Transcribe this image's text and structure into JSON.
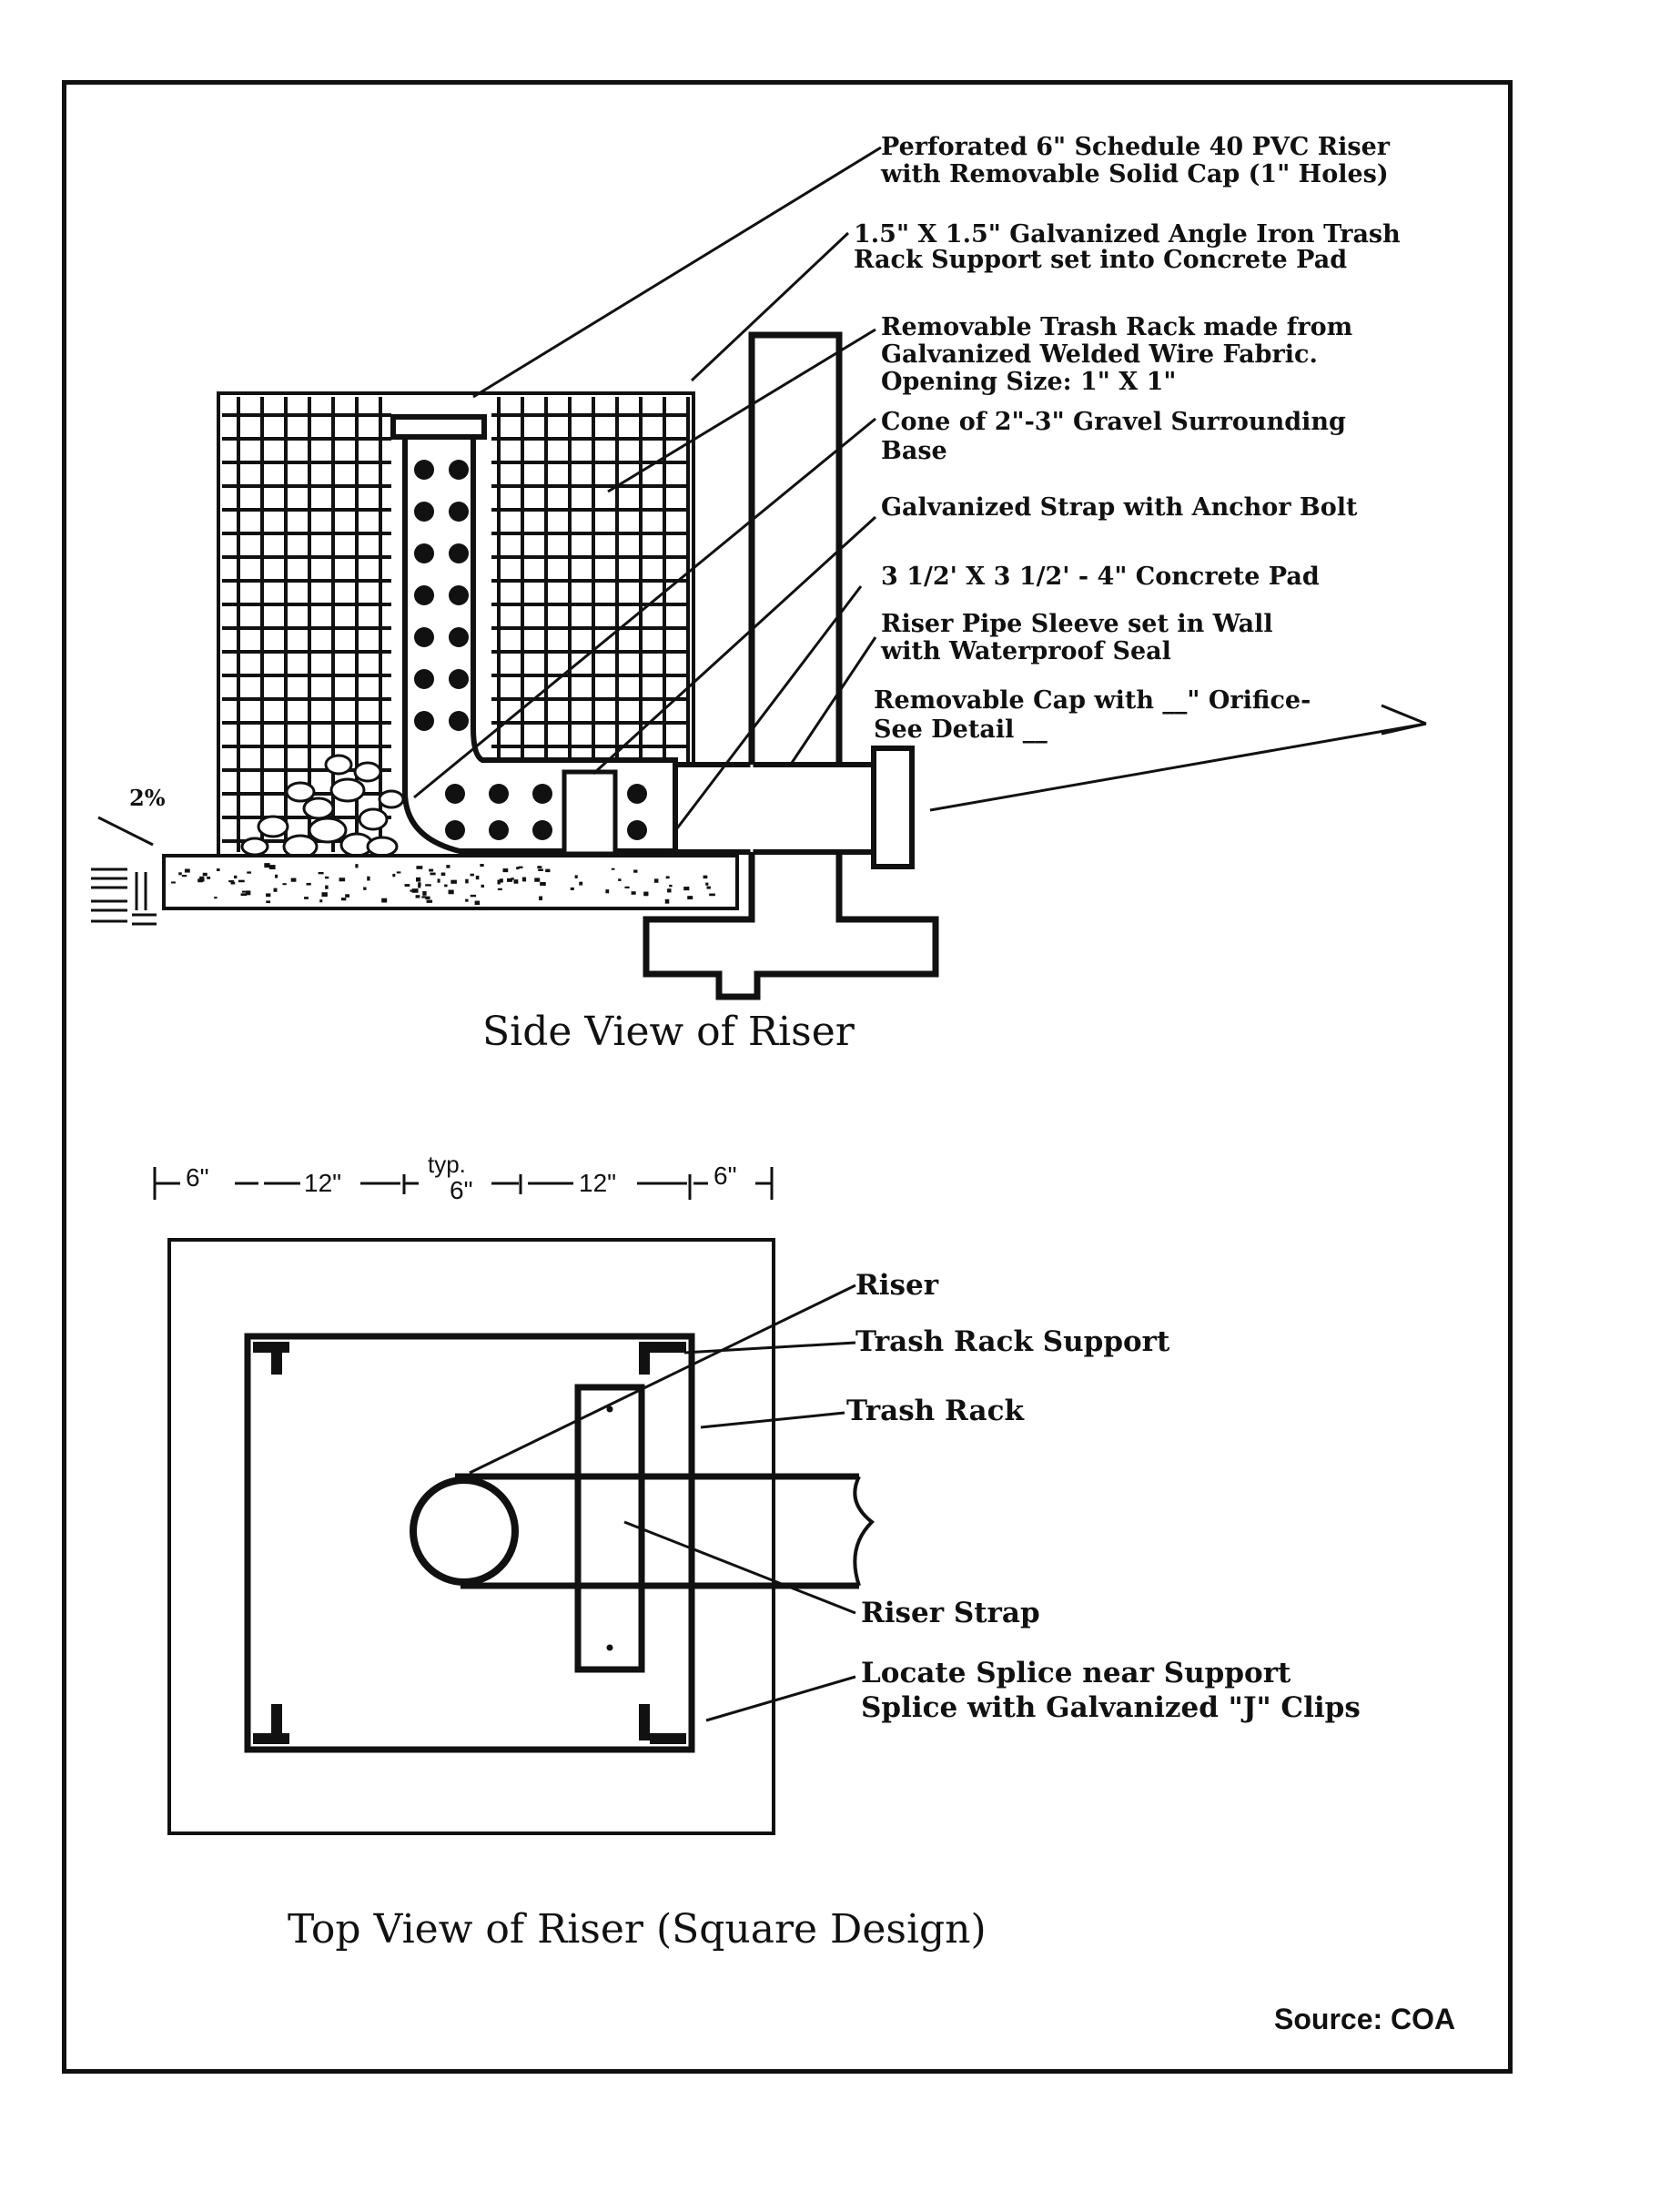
{
  "side_view": {
    "title": "Side View of Riser",
    "slope_label": "2%",
    "labels": {
      "pvc_riser_1": "Perforated 6\" Schedule 40 PVC Riser",
      "pvc_riser_2": "with Removable Solid Cap (1\" Holes)",
      "angle_iron_1": "1.5\" X 1.5\" Galvanized Angle Iron Trash",
      "angle_iron_2": "Rack Support set into Concrete Pad",
      "trash_rack_1": "Removable Trash Rack made from",
      "trash_rack_2": "Galvanized Welded Wire Fabric.",
      "trash_rack_3": "Opening Size: 1\" X 1\"",
      "gravel_1": "Cone of 2\"-3\" Gravel Surrounding",
      "gravel_2": "Base",
      "strap": "Galvanized Strap with Anchor Bolt",
      "pad": "3 1/2' X 3 1/2' - 4\" Concrete Pad",
      "sleeve_1": "Riser Pipe Sleeve set in Wall",
      "sleeve_2": "with Waterproof Seal",
      "cap_1": "Removable Cap with __\" Orifice-",
      "cap_2": "See Detail __"
    }
  },
  "top_view": {
    "title": "Top View of Riser (Square Design)",
    "dimensions": {
      "d1": "6\"",
      "d2": "12\"",
      "d3_top": "typ.",
      "d3": "6\"",
      "d4": "12\"",
      "d5": "6\""
    },
    "labels": {
      "riser": "Riser",
      "trash_rack_support": "Trash Rack Support",
      "trash_rack": "Trash Rack",
      "riser_strap": "Riser Strap",
      "splice_1": "Locate Splice near Support",
      "splice_2": "Splice with Galvanized \"J\" Clips"
    }
  },
  "source": "Source: COA"
}
